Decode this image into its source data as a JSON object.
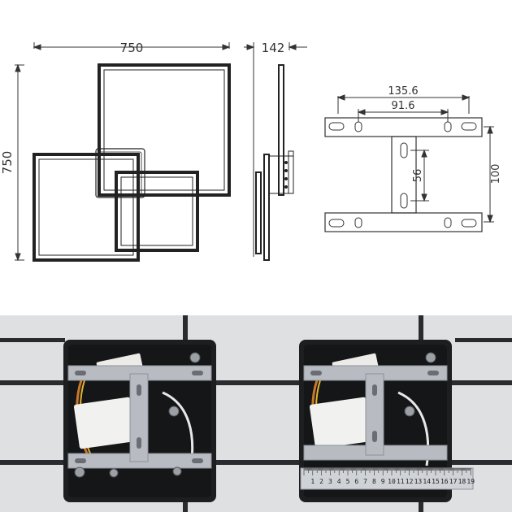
{
  "front_view": {
    "width_label": "750",
    "height_label": "750"
  },
  "side_view": {
    "depth_label": "142"
  },
  "bracket_view": {
    "outer_width_label": "135.6",
    "inner_width_label": "91.6",
    "slot_spacing_label": "56",
    "height_label": "100"
  },
  "ruler": {
    "numbers": [
      "1",
      "2",
      "3",
      "4",
      "5",
      "6",
      "7",
      "8",
      "9",
      "10",
      "11",
      "12",
      "13",
      "14",
      "15",
      "16",
      "17",
      "18",
      "19"
    ]
  },
  "colors": {
    "line": "#333333",
    "frame": "#222222",
    "photo_wall": "#dfe0e2",
    "box": "#1d1e20",
    "plate": "#b8bcc2",
    "ruler": "#cfd2d6"
  }
}
